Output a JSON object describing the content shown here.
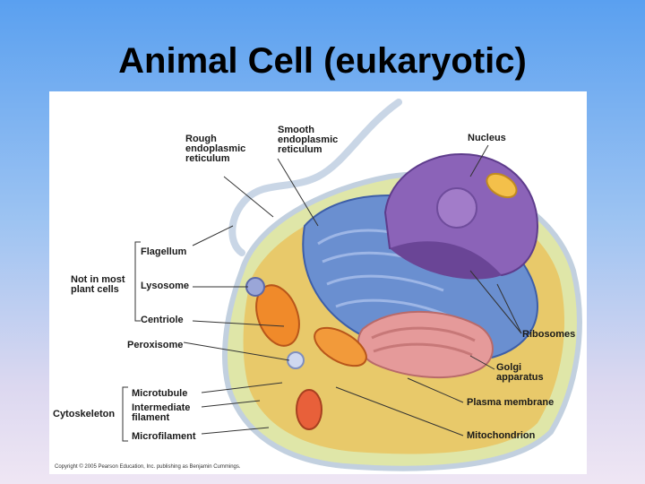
{
  "title": "Animal Cell (eukaryotic)",
  "labels": {
    "rough_er": "Rough\nendoplasmic\nreticulum",
    "smooth_er": "Smooth\nendoplasmic\nreticulum",
    "nucleus": "Nucleus",
    "flagellum": "Flagellum",
    "not_in_most": "Not in most\nplant cells",
    "lysosome": "Lysosome",
    "centriole": "Centriole",
    "peroxisome": "Peroxisome",
    "ribosomes": "Ribosomes",
    "golgi": "Golgi\napparatus",
    "microtubule": "Microtubule",
    "intermediate": "Intermediate\nfilament",
    "microfilament": "Microfilament",
    "cytoskeleton": "Cytoskeleton",
    "plasma_membrane": "Plasma membrane",
    "mitochondrion": "Mitochondrion"
  },
  "copyright": "Copyright © 2005 Pearson Education, Inc. publishing as Benjamin Cummings."
}
